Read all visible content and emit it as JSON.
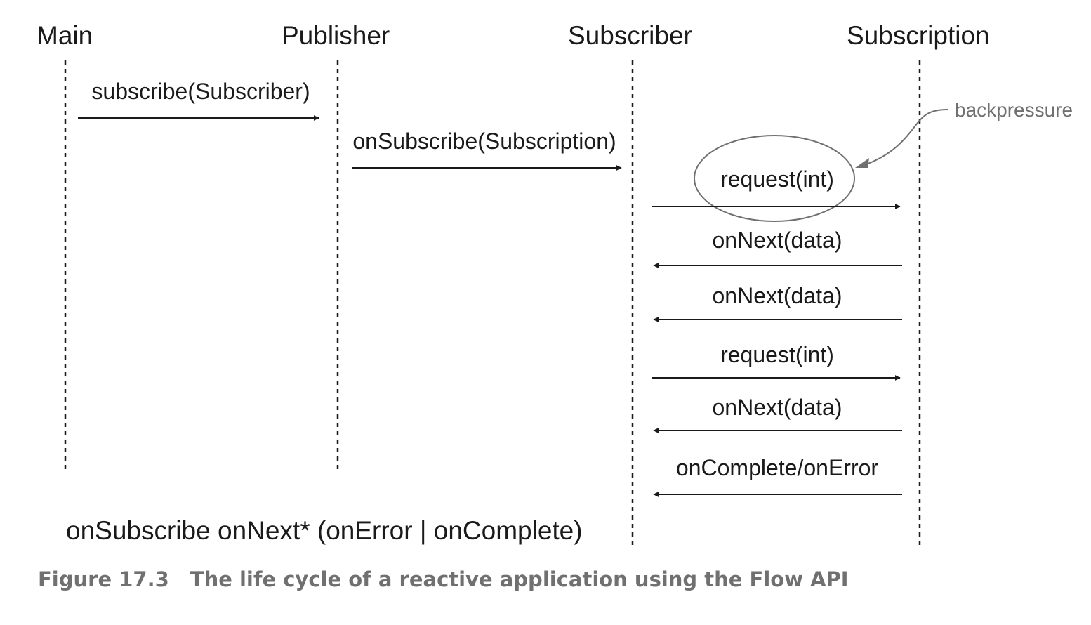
{
  "participants": {
    "main": "Main",
    "publisher": "Publisher",
    "subscriber": "Subscriber",
    "subscription": "Subscription"
  },
  "messages": {
    "subscribe": "subscribe(Subscriber)",
    "on_subscribe": "onSubscribe(Subscription)",
    "request_1": "request(int)",
    "on_next_1": "onNext(data)",
    "on_next_2": "onNext(data)",
    "request_2": "request(int)",
    "on_next_3": "onNext(data)",
    "on_complete_error": "onComplete/onError"
  },
  "annotations": {
    "backpressure": "backpressure"
  },
  "grammar": "onSubscribe onNext* (onError | onComplete)",
  "caption": {
    "number": "Figure 17.3",
    "text": "The life cycle of a reactive application using the Flow API"
  },
  "colors": {
    "line": "#1a1a1a",
    "annotation": "#707070",
    "caption": "#707070"
  }
}
